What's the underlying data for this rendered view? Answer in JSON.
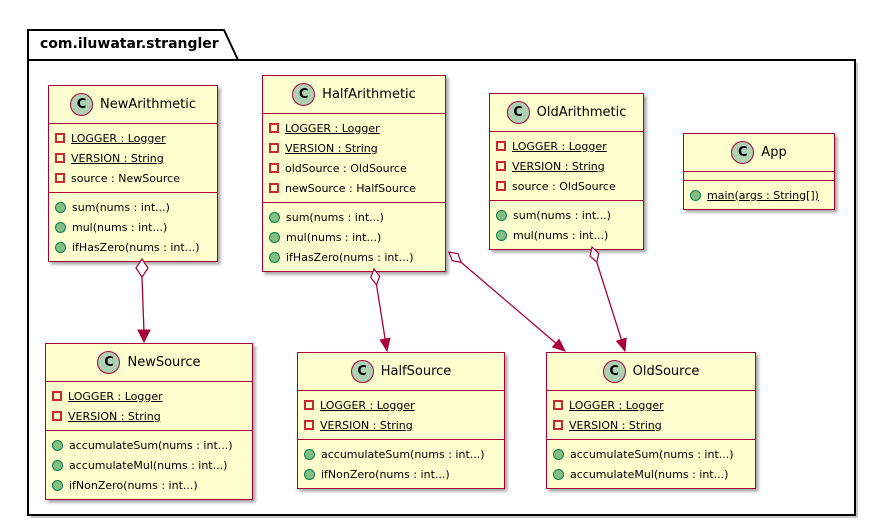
{
  "package": {
    "title": "com.iluwatar.strangler"
  },
  "colors": {
    "class_border": "#A80036",
    "class_fill": "#FEFECE",
    "stereotype_circle_fill": "#ADD1B2",
    "field_icon": "#C82930",
    "method_icon_fill": "#84BE84",
    "method_icon_border": "#038048",
    "edge": "#A80036"
  },
  "classes": [
    {
      "name": "NewArithmetic",
      "stereotype": "C",
      "fields": [
        {
          "text": "LOGGER : Logger",
          "underline": true
        },
        {
          "text": "VERSION : String",
          "underline": true
        },
        {
          "text": "source : NewSource",
          "underline": false
        }
      ],
      "methods": [
        {
          "text": "sum(nums : int...)",
          "underline": false
        },
        {
          "text": "mul(nums : int...)",
          "underline": false
        },
        {
          "text": "ifHasZero(nums : int...)",
          "underline": false
        }
      ]
    },
    {
      "name": "HalfArithmetic",
      "stereotype": "C",
      "fields": [
        {
          "text": "LOGGER : Logger",
          "underline": true
        },
        {
          "text": "VERSION : String",
          "underline": true
        },
        {
          "text": "oldSource : OldSource",
          "underline": false
        },
        {
          "text": "newSource : HalfSource",
          "underline": false
        }
      ],
      "methods": [
        {
          "text": "sum(nums : int...)",
          "underline": false
        },
        {
          "text": "mul(nums : int...)",
          "underline": false
        },
        {
          "text": "ifHasZero(nums : int...)",
          "underline": false
        }
      ]
    },
    {
      "name": "OldArithmetic",
      "stereotype": "C",
      "fields": [
        {
          "text": "LOGGER : Logger",
          "underline": true
        },
        {
          "text": "VERSION : String",
          "underline": true
        },
        {
          "text": "source : OldSource",
          "underline": false
        }
      ],
      "methods": [
        {
          "text": "sum(nums : int...)",
          "underline": false
        },
        {
          "text": "mul(nums : int...)",
          "underline": false
        }
      ]
    },
    {
      "name": "App",
      "stereotype": "C",
      "fields": [],
      "methods": [
        {
          "text": "main(args : String[])",
          "underline": true
        }
      ]
    },
    {
      "name": "NewSource",
      "stereotype": "C",
      "fields": [
        {
          "text": "LOGGER : Logger",
          "underline": true
        },
        {
          "text": "VERSION : String",
          "underline": true
        }
      ],
      "methods": [
        {
          "text": "accumulateSum(nums : int...)",
          "underline": false
        },
        {
          "text": "accumulateMul(nums : int...)",
          "underline": false
        },
        {
          "text": "ifNonZero(nums : int...)",
          "underline": false
        }
      ]
    },
    {
      "name": "HalfSource",
      "stereotype": "C",
      "fields": [
        {
          "text": "LOGGER : Logger",
          "underline": true
        },
        {
          "text": "VERSION : String",
          "underline": true
        }
      ],
      "methods": [
        {
          "text": "accumulateSum(nums : int...)",
          "underline": false
        },
        {
          "text": "ifNonZero(nums : int...)",
          "underline": false
        }
      ]
    },
    {
      "name": "OldSource",
      "stereotype": "C",
      "fields": [
        {
          "text": "LOGGER : Logger",
          "underline": true
        },
        {
          "text": "VERSION : String",
          "underline": true
        }
      ],
      "methods": [
        {
          "text": "accumulateSum(nums : int...)",
          "underline": false
        },
        {
          "text": "accumulateMul(nums : int...)",
          "underline": false
        }
      ]
    }
  ],
  "relations": [
    {
      "from": "NewArithmetic",
      "to": "NewSource",
      "type": "aggregation"
    },
    {
      "from": "HalfArithmetic",
      "to": "HalfSource",
      "type": "aggregation"
    },
    {
      "from": "HalfArithmetic",
      "to": "OldSource",
      "type": "aggregation"
    },
    {
      "from": "OldArithmetic",
      "to": "OldSource",
      "type": "aggregation"
    }
  ]
}
